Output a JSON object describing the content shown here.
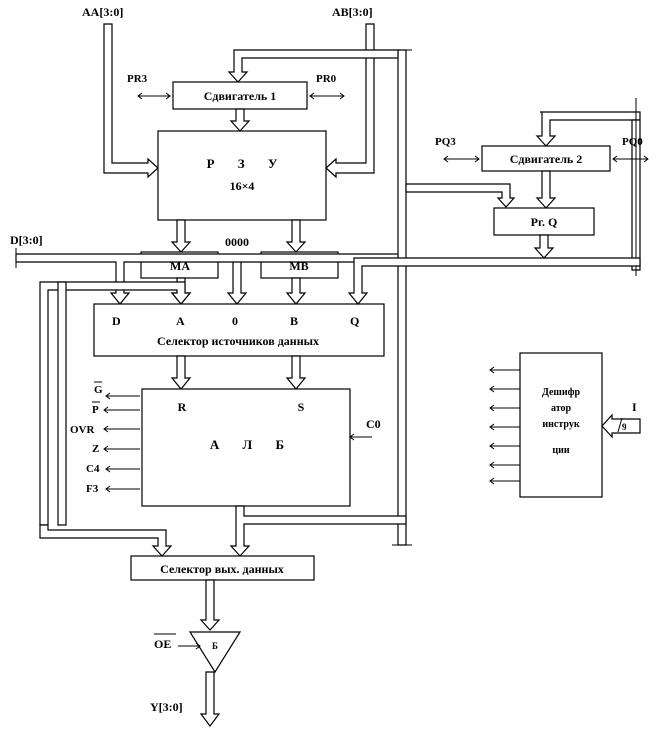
{
  "inputs": {
    "aa": "AA[3:0]",
    "ab": "AB[3:0]",
    "d": "D[3:0]",
    "zero": "0000",
    "c0": "C0",
    "i": "I",
    "i_width": "9",
    "oe": "OE"
  },
  "outputs": {
    "y": "Y[3:0]",
    "g": "G",
    "p": "P",
    "ovr": "OVR",
    "z": "Z",
    "c4": "C4",
    "f3": "F3"
  },
  "shift_pins": {
    "pr3": "PR3",
    "pr0": "PR0",
    "pq3": "PQ3",
    "pq0": "PQ0"
  },
  "blocks": {
    "shifter1": "Сдвигатель 1",
    "shifter2": "Сдвигатель 2",
    "ram_line1": "Р З У",
    "ram_line2": "16×4",
    "reg_q": "Рг. Q",
    "ma": "МА",
    "mb": "МВ",
    "selector_title": "Селектор источников данных",
    "selector_inputs": [
      "D",
      "A",
      "0",
      "B",
      "Q"
    ],
    "alu_title": "А Л Б",
    "alu_r": "R",
    "alu_s": "S",
    "out_selector": "Селектор вых. данных",
    "buffer": "Б",
    "decoder_lines": [
      "Дешифр",
      "атор",
      "инструк",
      "ции"
    ]
  }
}
